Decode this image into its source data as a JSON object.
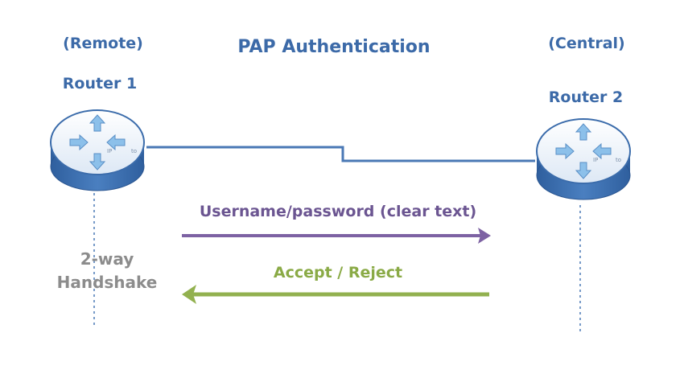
{
  "title": "PAP Authentication",
  "remote": {
    "tag": "(Remote)",
    "name": "Router 1"
  },
  "central": {
    "tag": "(Central)",
    "name": "Router 2"
  },
  "messages": {
    "request": "Username/password (clear text)",
    "response": "Accept / Reject"
  },
  "handshake": "2-way Handshake",
  "colors": {
    "text_blue": "#3c6aa8",
    "link": "#4a78b5",
    "router_top": "#e8f0f9",
    "router_side": "#3f70b3",
    "router_arrow": "#7fb6e3",
    "request_arrow": "#7d62a3",
    "response_arrow": "#92b14f",
    "handshake_text": "#8c8c8c"
  },
  "icons": {
    "router": "router-icon",
    "arrow_right": "arrow-right-icon",
    "arrow_left": "arrow-left-icon"
  }
}
